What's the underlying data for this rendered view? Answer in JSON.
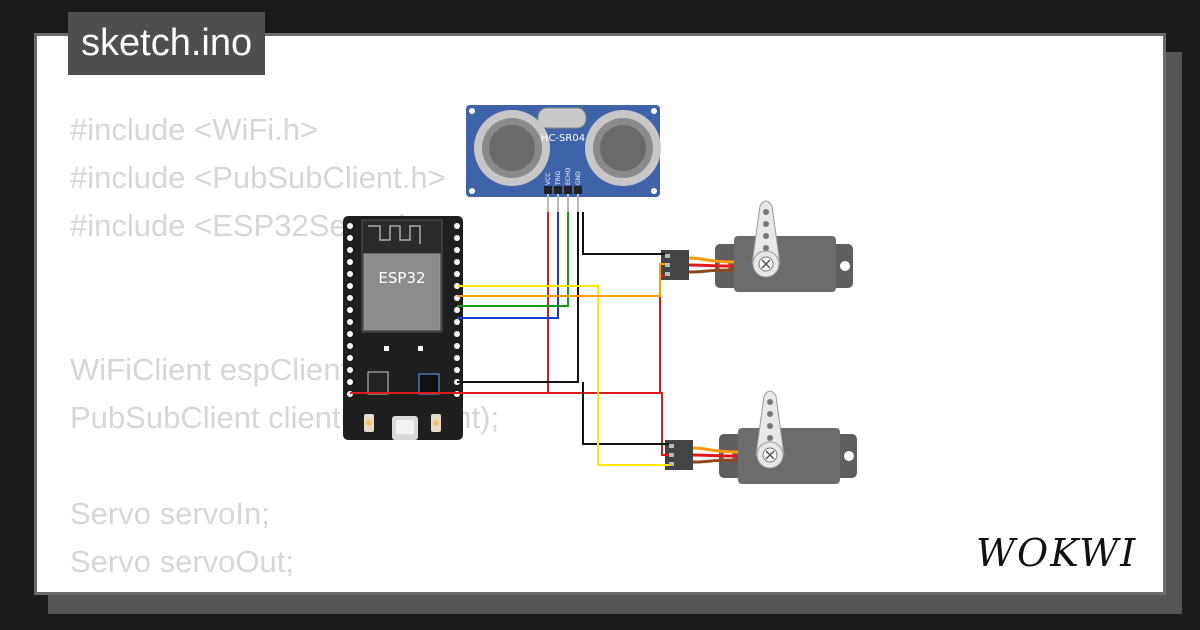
{
  "file_tab": {
    "label": "sketch.ino"
  },
  "code_lines": [
    "#include <WiFi.h>",
    "#include <PubSubClient.h>",
    "#include <ESP32Servo.h>",
    "",
    "",
    "WiFiClient espClient;",
    "PubSubClient client(espClient);",
    "",
    "Servo servoIn;",
    "Servo servoOut;"
  ],
  "components": {
    "sensor_label": "HC-SR04",
    "sensor_pins": [
      "VCC",
      "TRIG",
      "ECHO",
      "GND"
    ],
    "board_label": "ESP32"
  },
  "brand": {
    "name": "WOKWI"
  },
  "colors": {
    "background": "#1b1b1b",
    "code_text": "#d6d6d6",
    "tab_bg": "#4e4e4e",
    "board": "#1f1f1f",
    "sensor": "#3f63a8",
    "servo": "#5f5f5f",
    "wire_red": "#e01a1a",
    "wire_black": "#111111",
    "wire_yellow": "#ffea00",
    "wire_green": "#1a9a1a",
    "wire_blue": "#1a3ad6",
    "wire_orange": "#ff9a00"
  }
}
